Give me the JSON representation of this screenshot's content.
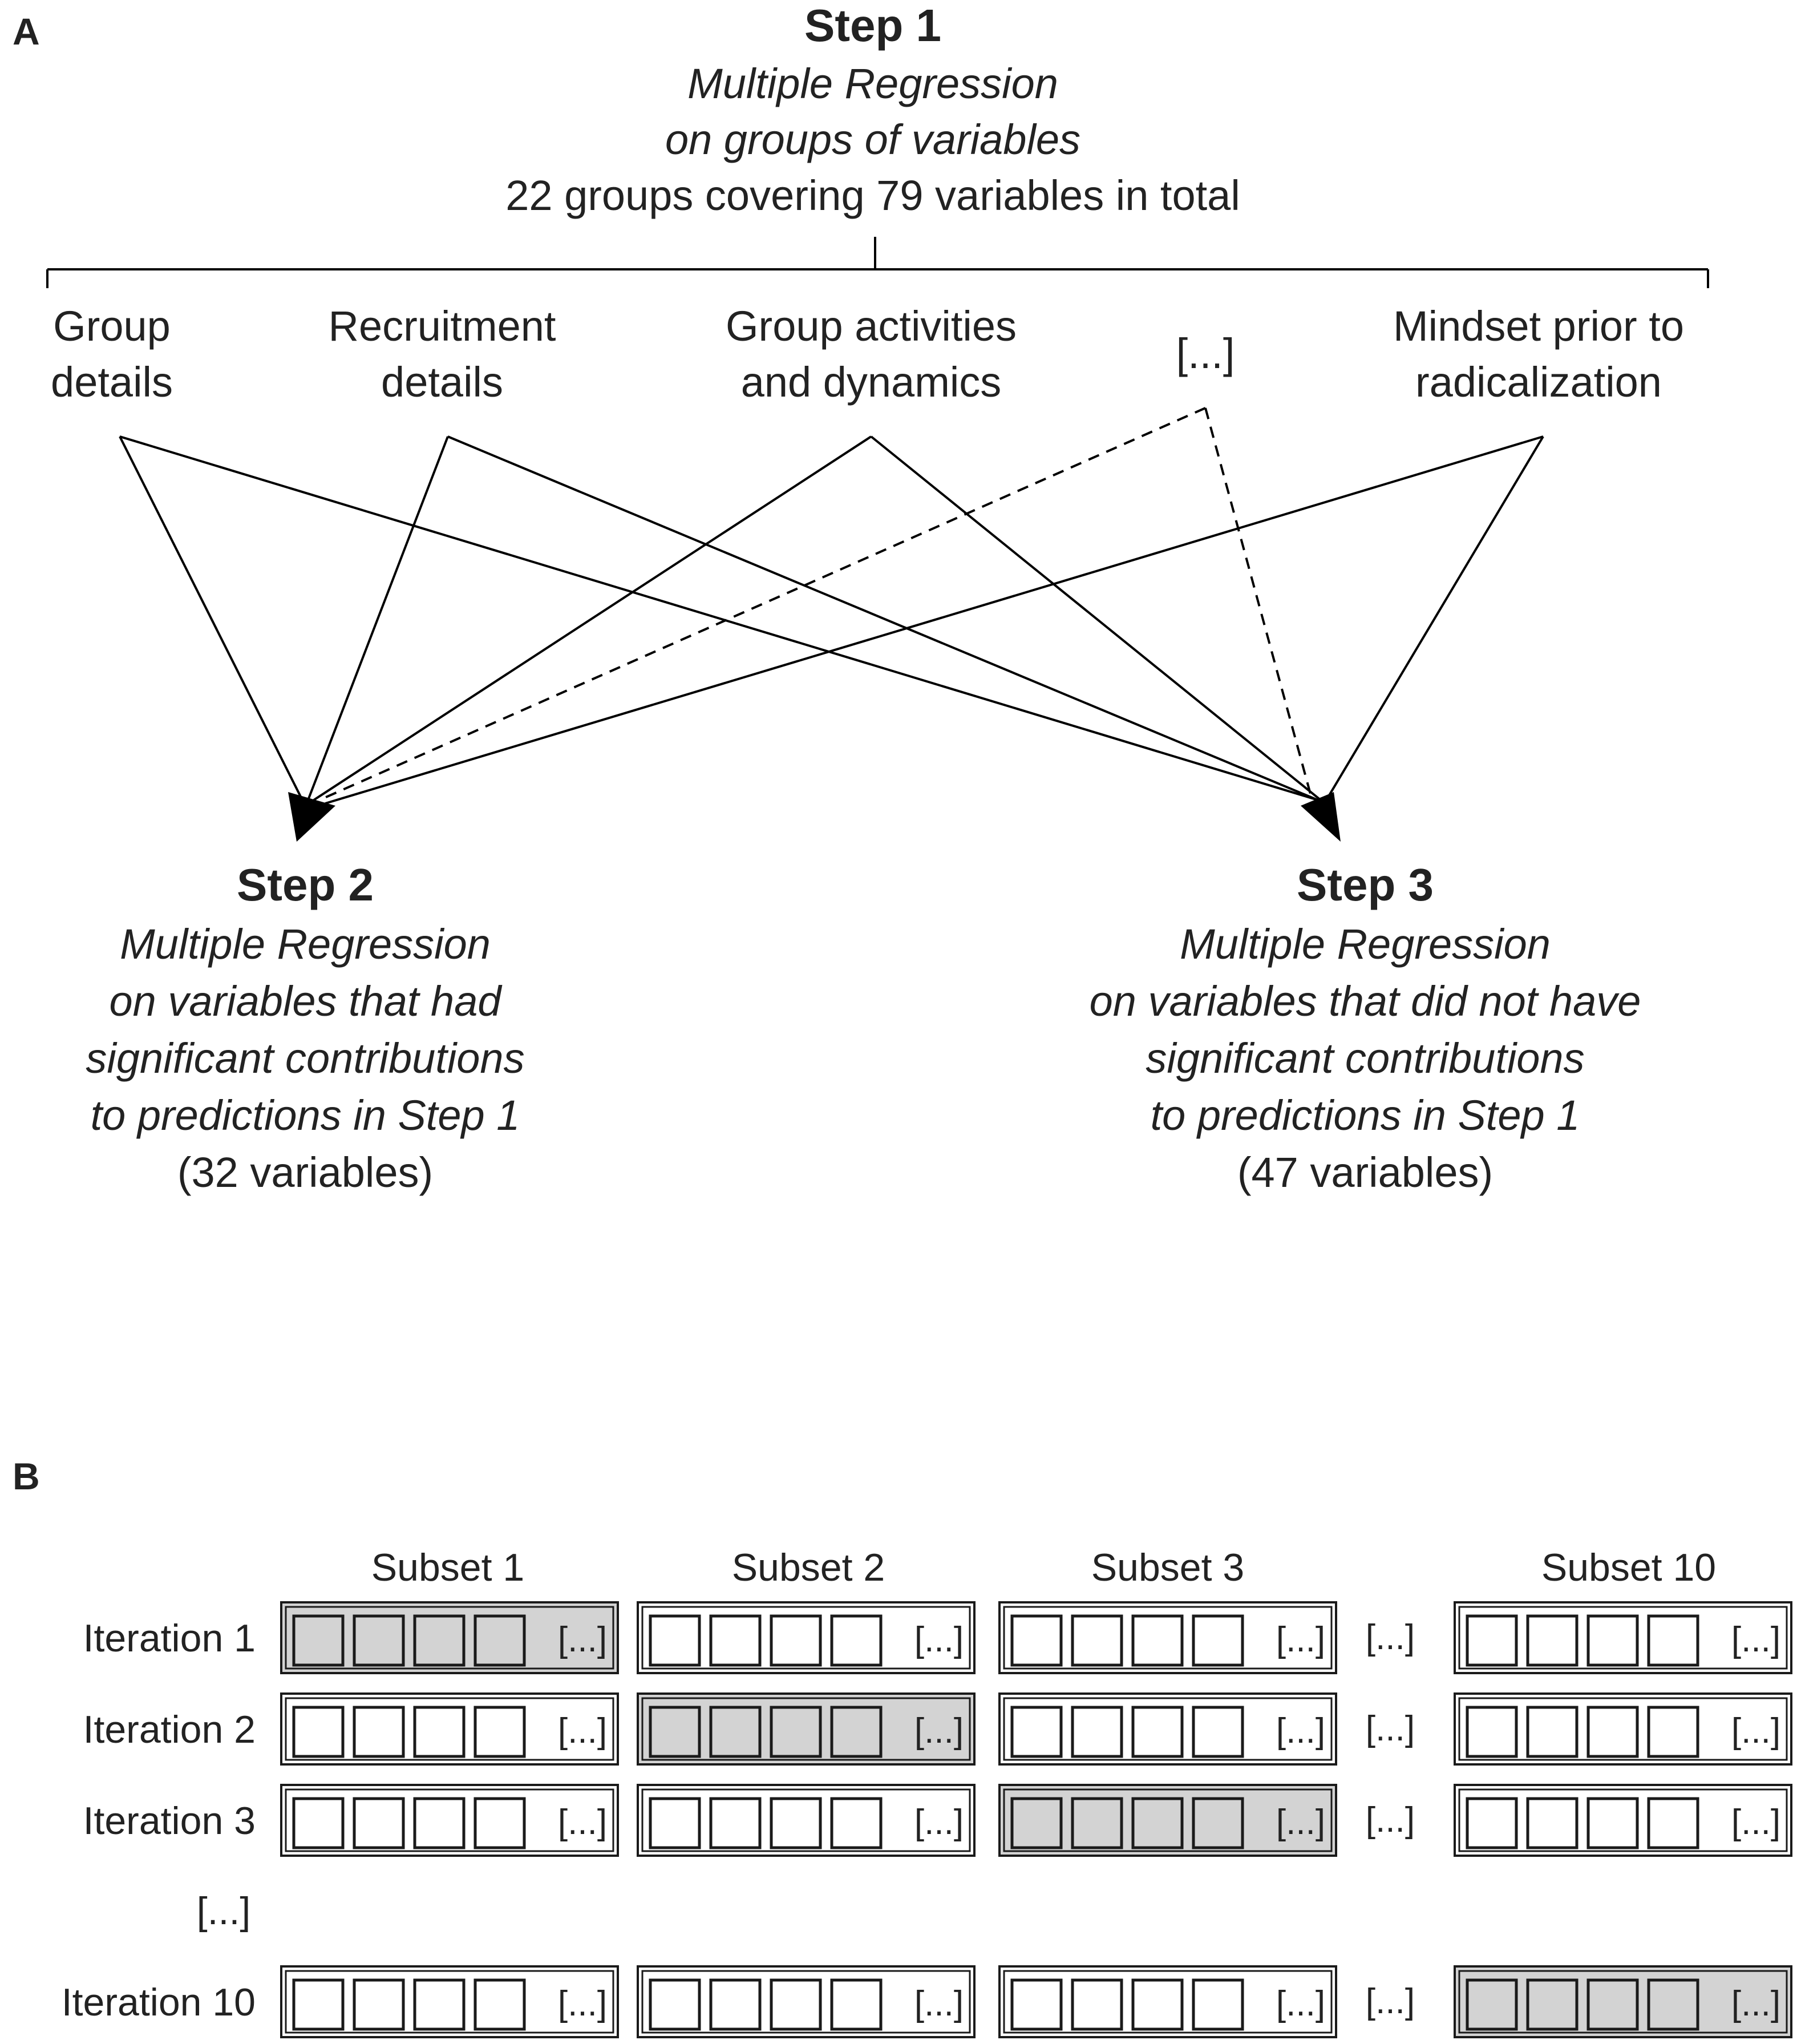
{
  "panel_a": {
    "label": "A",
    "step1": {
      "title": "Step 1",
      "subtitle_line1": "Multiple Regression",
      "subtitle_line2": "on groups of variables",
      "detail": "22 groups covering 79 variables in total"
    },
    "groups": [
      {
        "line1": "Group",
        "line2": "details"
      },
      {
        "line1": "Recruitment",
        "line2": "details"
      },
      {
        "line1": "Group activities",
        "line2": "and dynamics"
      },
      {
        "line1": "[...]",
        "line2": ""
      },
      {
        "line1": "Mindset prior to",
        "line2": "radicalization"
      }
    ],
    "step2": {
      "title": "Step 2",
      "line1": "Multiple Regression",
      "line2": "on variables that had",
      "line3": "significant contributions",
      "line4": "to predictions in Step 1",
      "count": "(32 variables)"
    },
    "step3": {
      "title": "Step 3",
      "line1": "Multiple Regression",
      "line2": "on variables that did not have",
      "line3": "significant contributions",
      "line4": "to predictions in Step 1",
      "count": "(47 variables)"
    }
  },
  "panel_b": {
    "label": "B",
    "subsets": [
      "Subset 1",
      "Subset 2",
      "Subset 3",
      "Subset 10"
    ],
    "iterations": [
      "Iteration 1",
      "Iteration 2",
      "Iteration 3",
      "Iteration 10"
    ],
    "highlighted_subset_per_iteration": [
      0,
      1,
      2,
      3
    ],
    "cell_ellipsis": "[...]",
    "column_gap_ellipsis": "[...]",
    "row_gap_ellipsis": "[...]",
    "highlight_color": "#d3d3d3"
  }
}
